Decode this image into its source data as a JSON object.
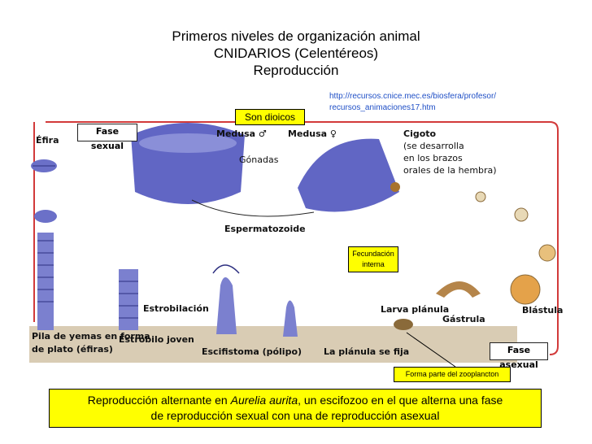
{
  "title": {
    "line1": "Primeros niveles de organización animal",
    "line2": "CNIDARIOS (Celentéreos)",
    "line3": "Reproducción"
  },
  "link": {
    "line1": "http://recursos.cnice.mec.es/biosfera/profesor/",
    "line2": "recursos_animaciones17.htm"
  },
  "tags": {
    "dioicos": "Son dioicos",
    "fecundacion_1": "Fecundación",
    "fecundacion_2": "interna",
    "zooplancton": "Forma parte del zooplancton"
  },
  "diagram": {
    "fase_sexual": "Fase sexual",
    "fase_asexual": "Fase asexual",
    "efira": "Éfira",
    "medusa_m": "Medusa ♂",
    "medusa_f": "Medusa ♀",
    "gonadas": "Gónadas",
    "espermatozoide": "Espermatozoide",
    "cigoto_1": "Cigoto",
    "cigoto_2": "(se desarrolla",
    "cigoto_3": "en los brazos",
    "cigoto_4": "orales de la hembra)",
    "blastula": "Blástula",
    "gastrula": "Gástrula",
    "larva": "Larva plánula",
    "planula_fija": "La plánula se fija",
    "escifistoma": "Escifistoma (pólipo)",
    "estrobilo": "Estróbilo joven",
    "estrobilacion": "Estrobilación",
    "pila_1": "Pila de yemas en forma",
    "pila_2": "de plato (éfiras)"
  },
  "caption": {
    "part1": "Reproducción alternante en ",
    "italic": "Aurelia aurita",
    "part2": ", un escifozoo en el que alterna una fase",
    "line2": "de reproducción sexual con una de reproducción asexual"
  },
  "colors": {
    "medusa": "#5a5fc0",
    "cycle_line": "#d23a3a",
    "ground": "#c9b79a",
    "tag": "#ffff00",
    "link": "#1f4fc6"
  }
}
